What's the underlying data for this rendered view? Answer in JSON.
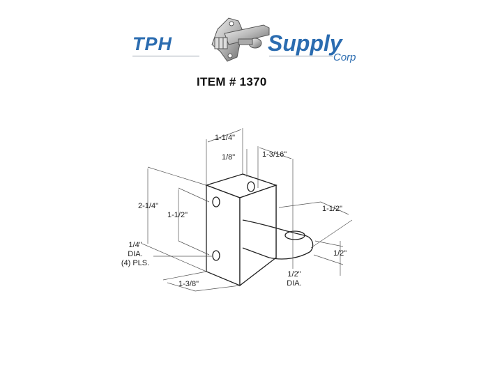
{
  "header": {
    "logo": {
      "left_text": "TPH",
      "right_text": "Supply",
      "sub_text": "Corp",
      "brand_color": "#2b6cb0",
      "emblem": "door-latch-hardware-icon"
    },
    "item_title": "ITEM # 1370"
  },
  "drawing": {
    "subject": "bracket-with-ear",
    "dimensions": {
      "top_width": "1-1/4\"",
      "thickness": "1/8\"",
      "depth": "1-3/16\"",
      "height": "2-1/4\"",
      "hole_spacing": "1-1/2\"",
      "hole_dia": "1/4\"",
      "hole_dia_suffix": "DIA.",
      "hole_count": "(4) PLS.",
      "base_width": "1-3/8\"",
      "ear_length": "1-1/2\"",
      "ear_thickness": "1/2\"",
      "ear_hole_dia": "1/2\"",
      "ear_hole_dia_suffix": "DIA."
    }
  }
}
